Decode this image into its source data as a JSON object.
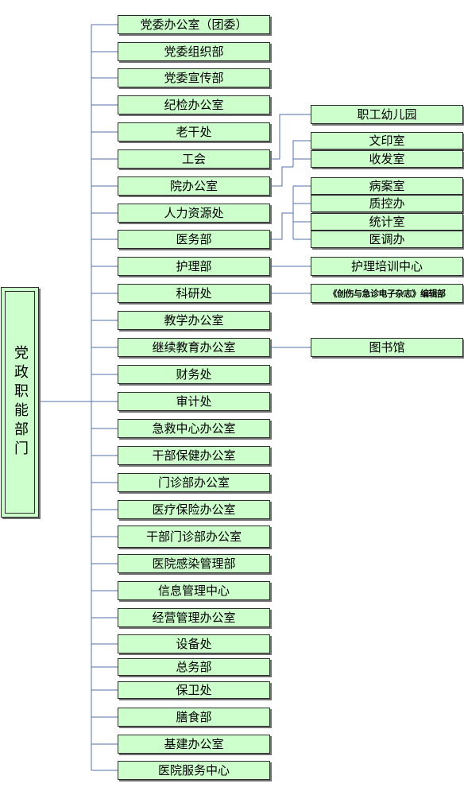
{
  "root_label": "党政职能部门",
  "departments": [
    "党委办公室（团委）",
    "党委组织部",
    "党委宣传部",
    "纪检办公室",
    "老干处",
    "工会",
    "院办公室",
    "人力资源处",
    "医务部",
    "护理部",
    "科研处",
    "教学办公室",
    "继续教育办公室",
    "财务处",
    "审计处",
    "急救中心办公室",
    "干部保健办公室",
    "门诊部办公室",
    "医疗保险办公室",
    "干部门诊部办公室",
    "医院感染管理部",
    "信息管理中心",
    "经营管理办公室",
    "设备处",
    "总务部",
    "保卫处",
    "膳食部",
    "基建办公室",
    "医院服务中心"
  ],
  "sub_units": {
    "gonghui": [
      "职工幼儿园"
    ],
    "yuanban": [
      "文印室",
      "收发室"
    ],
    "yiwu": [
      "病案室",
      "质控办",
      "统计室",
      "医调办"
    ],
    "huli": [
      "护理培训中心"
    ],
    "keyan": [
      "《创伤与急诊电子杂志》编辑部"
    ],
    "jixu": [
      "图书馆"
    ]
  }
}
